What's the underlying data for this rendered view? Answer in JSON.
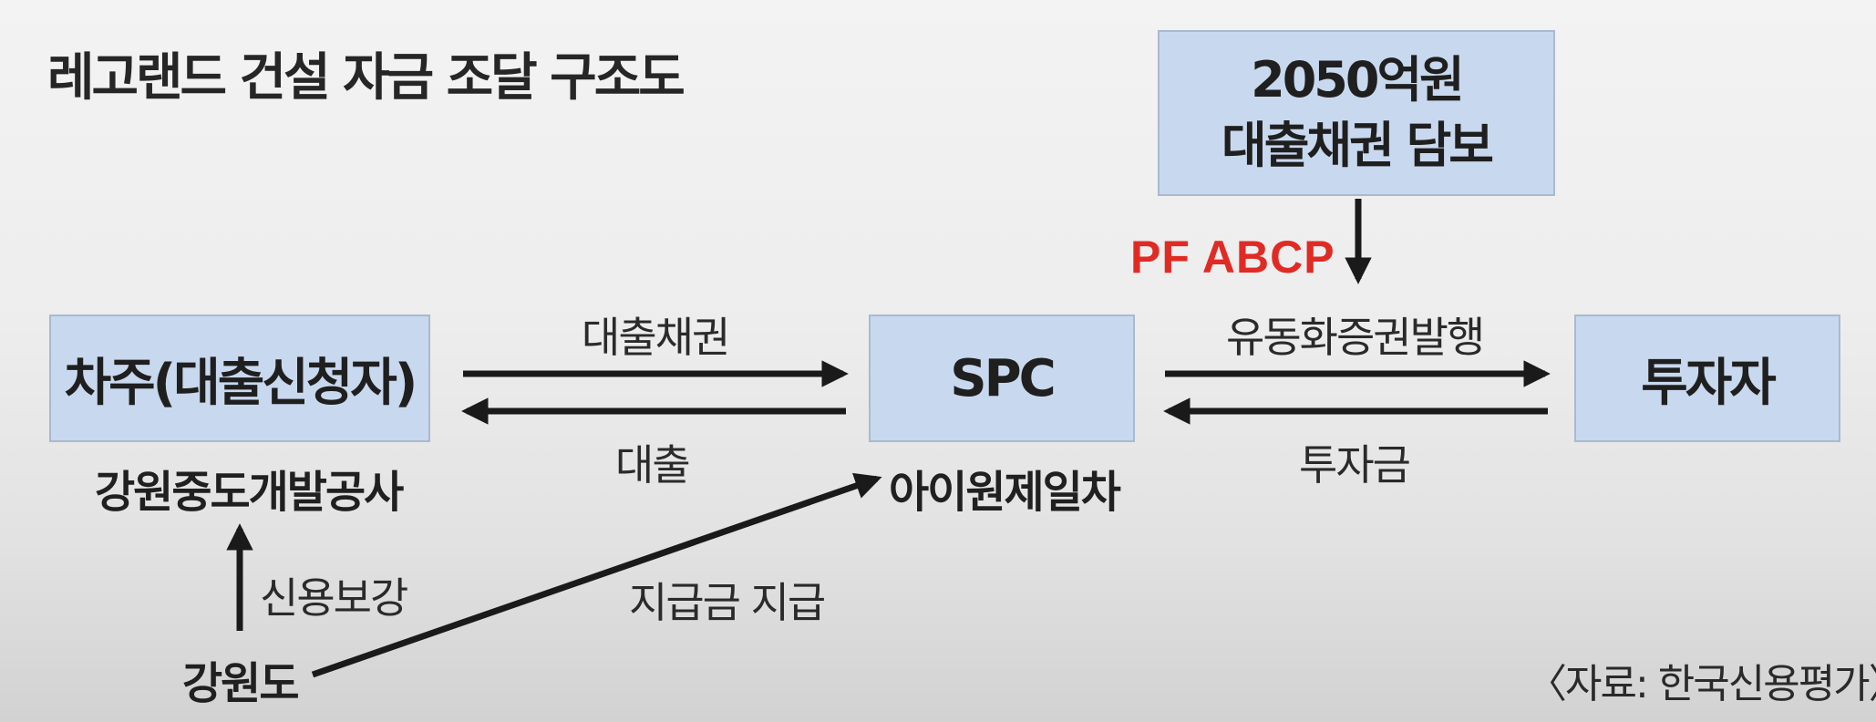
{
  "title": "레고랜드 건설 자금 조달 구조도",
  "nodes": {
    "collateral": {
      "line1": "2050억원",
      "line2": "대출채권 담보"
    },
    "borrower": {
      "label": "차주(대출신청자)",
      "sublabel": "강원중도개발공사"
    },
    "spc": {
      "label": "SPC",
      "sublabel": "아이원제일차"
    },
    "investor": {
      "label": "투자자"
    },
    "province": {
      "label": "강원도"
    }
  },
  "edges": {
    "pf_abcp": "PF ABCP",
    "loan_receivable": "대출채권",
    "loan": "대출",
    "securities_issue": "유동화증권발행",
    "investment": "투자금",
    "credit_enhancement": "신용보강",
    "payment": "지급금 지급"
  },
  "source": "〈자료: 한국신용평가〉",
  "colors": {
    "box_fill": "#c8d8ee",
    "box_border": "#a9b9cf",
    "accent_red": "#e02b24",
    "arrow": "#1a1a1a"
  }
}
